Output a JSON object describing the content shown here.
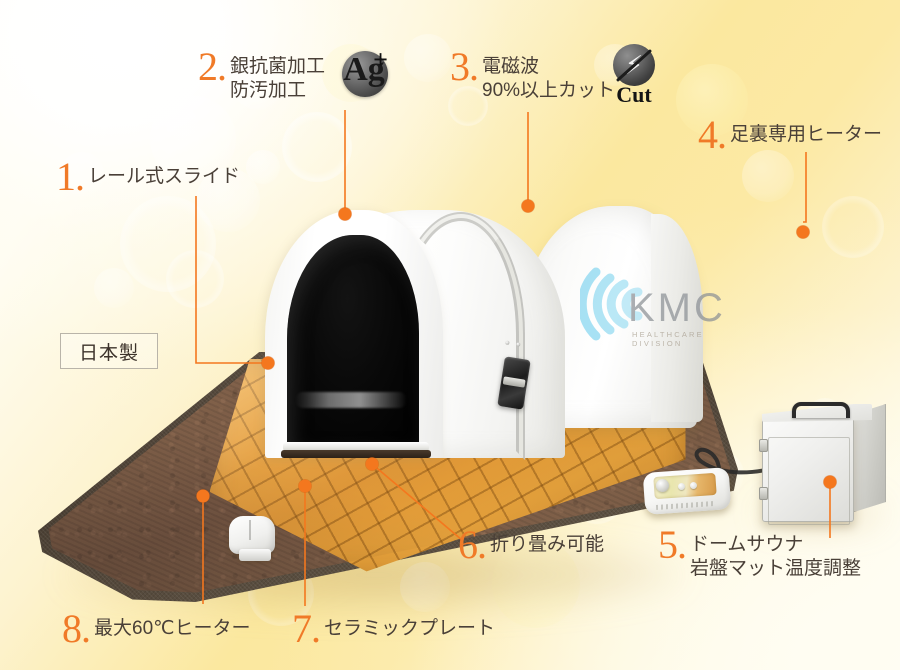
{
  "product": {
    "origin_badge": "日本製",
    "brand": {
      "name": "KMC",
      "tagline": "HEALTHCARE DIVISION"
    }
  },
  "features": [
    {
      "number": "1.",
      "text": "レール式スライド"
    },
    {
      "number": "2.",
      "line1": "銀抗菌加工",
      "line2": "防汚加工"
    },
    {
      "number": "3.",
      "line1": "電磁波",
      "line2": "90%以上カット"
    },
    {
      "number": "4.",
      "text": "足裏専用ヒーター"
    },
    {
      "number": "5.",
      "line1": "ドームサウナ",
      "line2": "岩盤マット温度調整"
    },
    {
      "number": "6.",
      "text": "折り畳み可能"
    },
    {
      "number": "7.",
      "text": "セラミックプレート"
    },
    {
      "number": "8.",
      "text": "最大60℃ヒーター"
    }
  ],
  "badges": {
    "silver_ion": {
      "letters": "Ag",
      "superscript": "+"
    },
    "emf_cut": {
      "bolt": "⚡",
      "word": "Cut"
    }
  },
  "colors": {
    "accent_orange": "#f4771e",
    "number_orange": "#f07a28",
    "text_brown": "#4a4038",
    "background_yellow": "#fbe89f",
    "mat_leather": "#7c5d47",
    "ceramic_tile": "#e8a03a",
    "logo_blue": "#7fd4ef"
  }
}
